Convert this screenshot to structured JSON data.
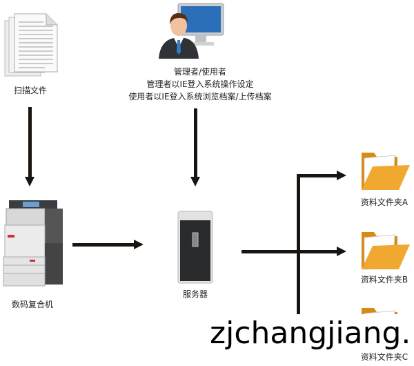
{
  "nodes": {
    "scan": {
      "label": "扫描文件"
    },
    "user": {
      "lines": [
        "管理者/使用者",
        "管理者以IE登入系统操作设定",
        "使用者以IE登入系统浏览档案/上传档案"
      ]
    },
    "copier": {
      "label": "数码复合机"
    },
    "server": {
      "label": "服务器"
    },
    "folders": [
      {
        "label": "资料文件夹A"
      },
      {
        "label": "资料文件夹B"
      },
      {
        "label": "资料文件夹C"
      }
    ]
  },
  "watermark": "zjchangjiang.",
  "colors": {
    "arrow": "#1a1410",
    "folder": "#f0a830",
    "folder_dark": "#d98a10"
  }
}
